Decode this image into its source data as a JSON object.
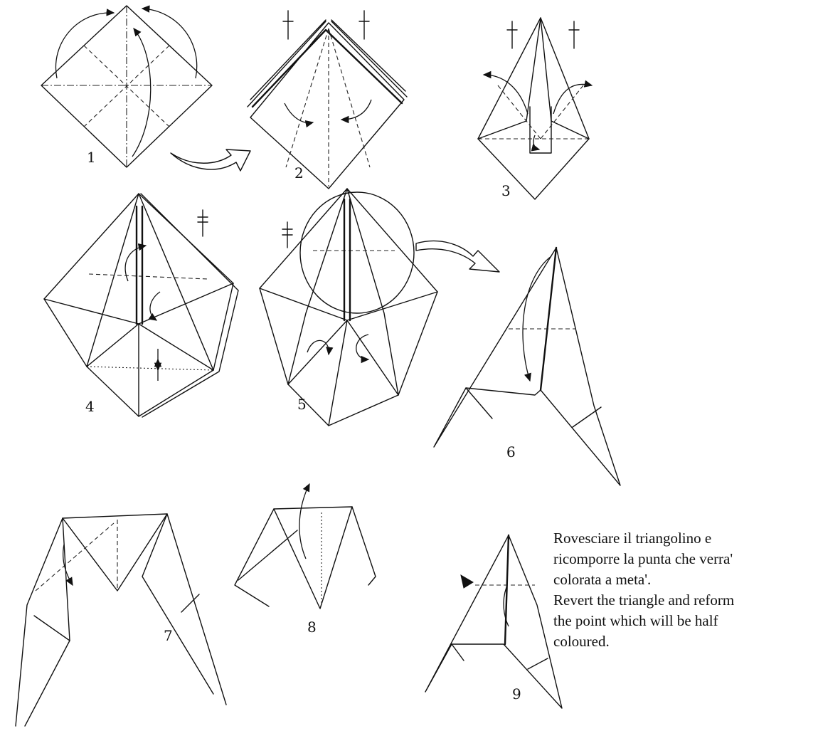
{
  "steps": [
    "1",
    "2",
    "3",
    "4",
    "5",
    "6",
    "7",
    "8",
    "9"
  ],
  "caption": {
    "italian": [
      "Rovesciare il triangolino e",
      "ricomporre la punta che verra'",
      "colorata a meta'."
    ],
    "english": [
      "Revert the triangle and reform",
      "the point which will be half",
      " coloured."
    ]
  }
}
